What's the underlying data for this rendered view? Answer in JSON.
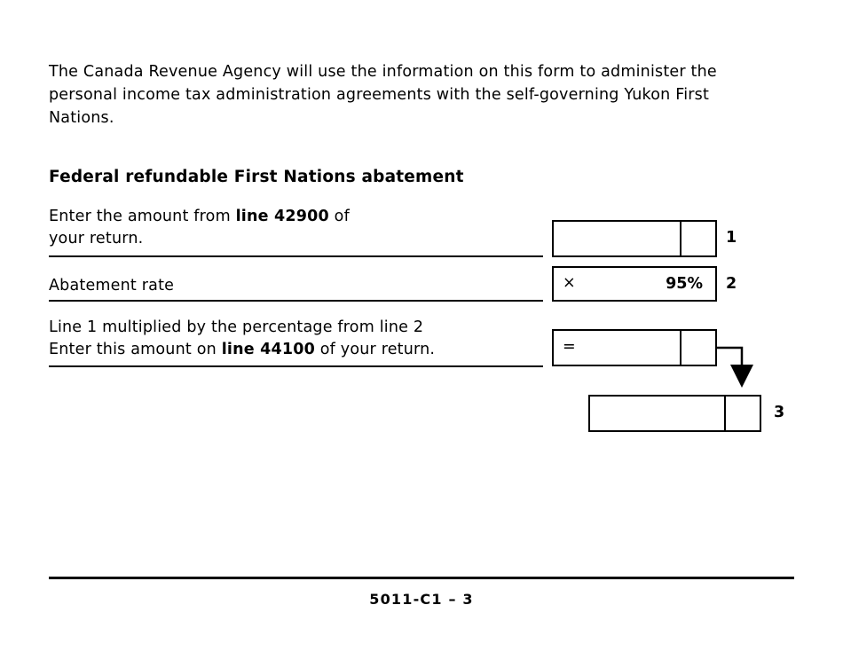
{
  "document": {
    "intro_paragraph": "The Canada Revenue Agency will use the information on this form to administer the personal income tax administration agreements with the self-governing Yukon First Nations.",
    "section_heading": "Federal refundable First Nations abatement",
    "footer_code": "5011-C1 – 3"
  },
  "rows": {
    "row1": {
      "text_before_bold": "Enter the amount from ",
      "bold_reference": "line 42900",
      "text_after_bold": " of",
      "second_line": "your return.",
      "line_number": "1",
      "box_operator": "",
      "box_value": ""
    },
    "row2": {
      "label": "Abatement rate",
      "line_number": "2",
      "box_operator": "×",
      "box_value": "95%"
    },
    "row3": {
      "first_line": "Line 1 multiplied by the percentage from line 2",
      "text_before_bold": "Enter this amount on ",
      "bold_reference": "line 44100",
      "text_after_bold": " of your return.",
      "line_number": "3",
      "box_operator": "=",
      "box_value": ""
    },
    "result": {
      "line_number": "3",
      "box_value": ""
    }
  }
}
